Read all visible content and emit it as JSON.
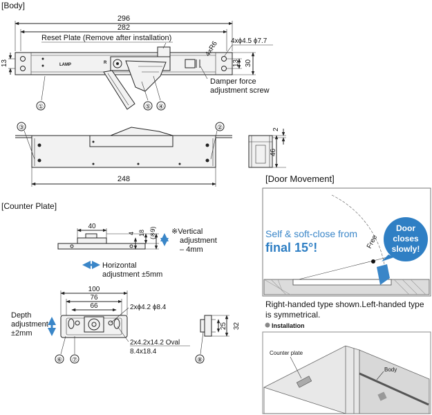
{
  "sections": {
    "body": "[Body]",
    "counter_plate": "[Counter Plate]",
    "door_movement": "[Door Movement]",
    "installation": "Installation"
  },
  "body_top": {
    "dim_296": "296",
    "dim_282": "282",
    "reset_plate": "Reset Plate (Remove after installation)",
    "holes": "4xϕ4.5 ϕ7.7",
    "radius": "4xR6",
    "dim_13_left": "13",
    "dim_13_right": "13",
    "dim_30": "30",
    "damper_1": "Damper force",
    "damper_2": "adjustment screw",
    "logo": "LAMP"
  },
  "body_side": {
    "dim_248": "248",
    "dim_2": "2",
    "dim_46": "46"
  },
  "callouts": [
    "①",
    "②",
    "③",
    "④",
    "⑤",
    "⑥",
    "⑦",
    "⑧"
  ],
  "counter_side": {
    "dim_40": "40",
    "dim_4": "4",
    "dim_18": "18",
    "dim_9": "(※9)",
    "vertical_1": "※Vertical",
    "vertical_2": "adjustment",
    "vertical_3": "– 4mm",
    "horizontal_1": "Horizontal",
    "horizontal_2": "adjustment ±5mm"
  },
  "counter_plan": {
    "dim_100": "100",
    "dim_76": "76",
    "dim_66": "66",
    "holes_1": "2xϕ4.2 ϕ8.4",
    "oval_1": "2x4.2x14.2 Oval",
    "oval_2": "8.4x18.4",
    "depth_1": "Depth",
    "depth_2": "adjustment",
    "depth_3": "±2mm",
    "dim_25": "25",
    "dim_32": "32"
  },
  "door_movement": {
    "self_close": "Self & soft-close from",
    "final": "final 15°!",
    "free": "Free",
    "bubble": [
      "Door",
      "closes",
      "slowly!"
    ],
    "caption_1": "Right-handed type shown.Left-handed type",
    "caption_2": "is symmetrical."
  },
  "installation": {
    "counter_plate": "Counter plate",
    "body": "Body"
  },
  "colors": {
    "accent_blue": "#3a86c8",
    "bubble_blue": "#2f7fc4",
    "panel_gray": "#e6e6e6"
  }
}
